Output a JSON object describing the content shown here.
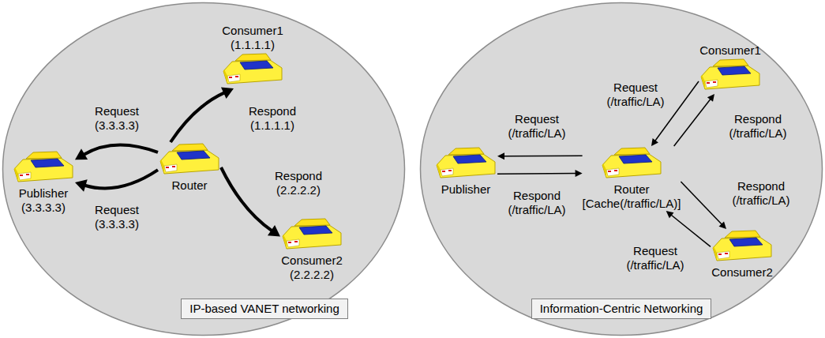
{
  "diagram": {
    "nodes": [
      {
        "text": [
          "IP-based VANET networking"
        ]
      },
      {
        "text": [
          "Publisher (3.3.3.3)"
        ],
        "in": 0
      },
      {
        "text": [
          "Router"
        ],
        "in": 0
      },
      {
        "text": [
          "Consumer1 (1.1.1.1)"
        ],
        "in": 0
      },
      {
        "text": [
          "Consumer2 (2.2.2.2)"
        ],
        "in": 0
      },
      {
        "text": [
          "Information-Centric Networking"
        ]
      },
      {
        "text": [
          "Publisher"
        ],
        "in": 5
      },
      {
        "text": [
          "Router",
          "[Cache(/traffic/LA)]"
        ],
        "in": 5
      },
      {
        "text": [
          "Consumer1"
        ],
        "in": 5
      },
      {
        "text": [
          "Consumer2"
        ],
        "in": 5
      }
    ],
    "edges": [
      {
        "from": 2,
        "to": 1,
        "label": "Request (3.3.3.3)",
        "arrow": "to"
      },
      {
        "from": 2,
        "to": 1,
        "label": "Request (3.3.3.3)",
        "arrow": "to"
      },
      {
        "from": 2,
        "to": 3,
        "label": "Respond (1.1.1.1)",
        "arrow": "to"
      },
      {
        "from": 2,
        "to": 4,
        "label": "Respond (2.2.2.2)",
        "arrow": "to"
      },
      {
        "from": 7,
        "to": 6,
        "label": "Request (/traffic/LA)",
        "arrow": "to"
      },
      {
        "from": 6,
        "to": 7,
        "label": "Respond (/traffic/LA)",
        "arrow": "to"
      },
      {
        "from": 8,
        "to": 7,
        "label": "Request (/traffic/LA)",
        "arrow": "to"
      },
      {
        "from": 7,
        "to": 8,
        "label": "Respond (/traffic/LA)",
        "arrow": "to"
      },
      {
        "from": 7,
        "to": 9,
        "label": "Respond (/traffic/LA)",
        "arrow": "to"
      },
      {
        "from": 9,
        "to": 7,
        "label": "Request (/traffic/LA)",
        "arrow": "to"
      }
    ]
  }
}
